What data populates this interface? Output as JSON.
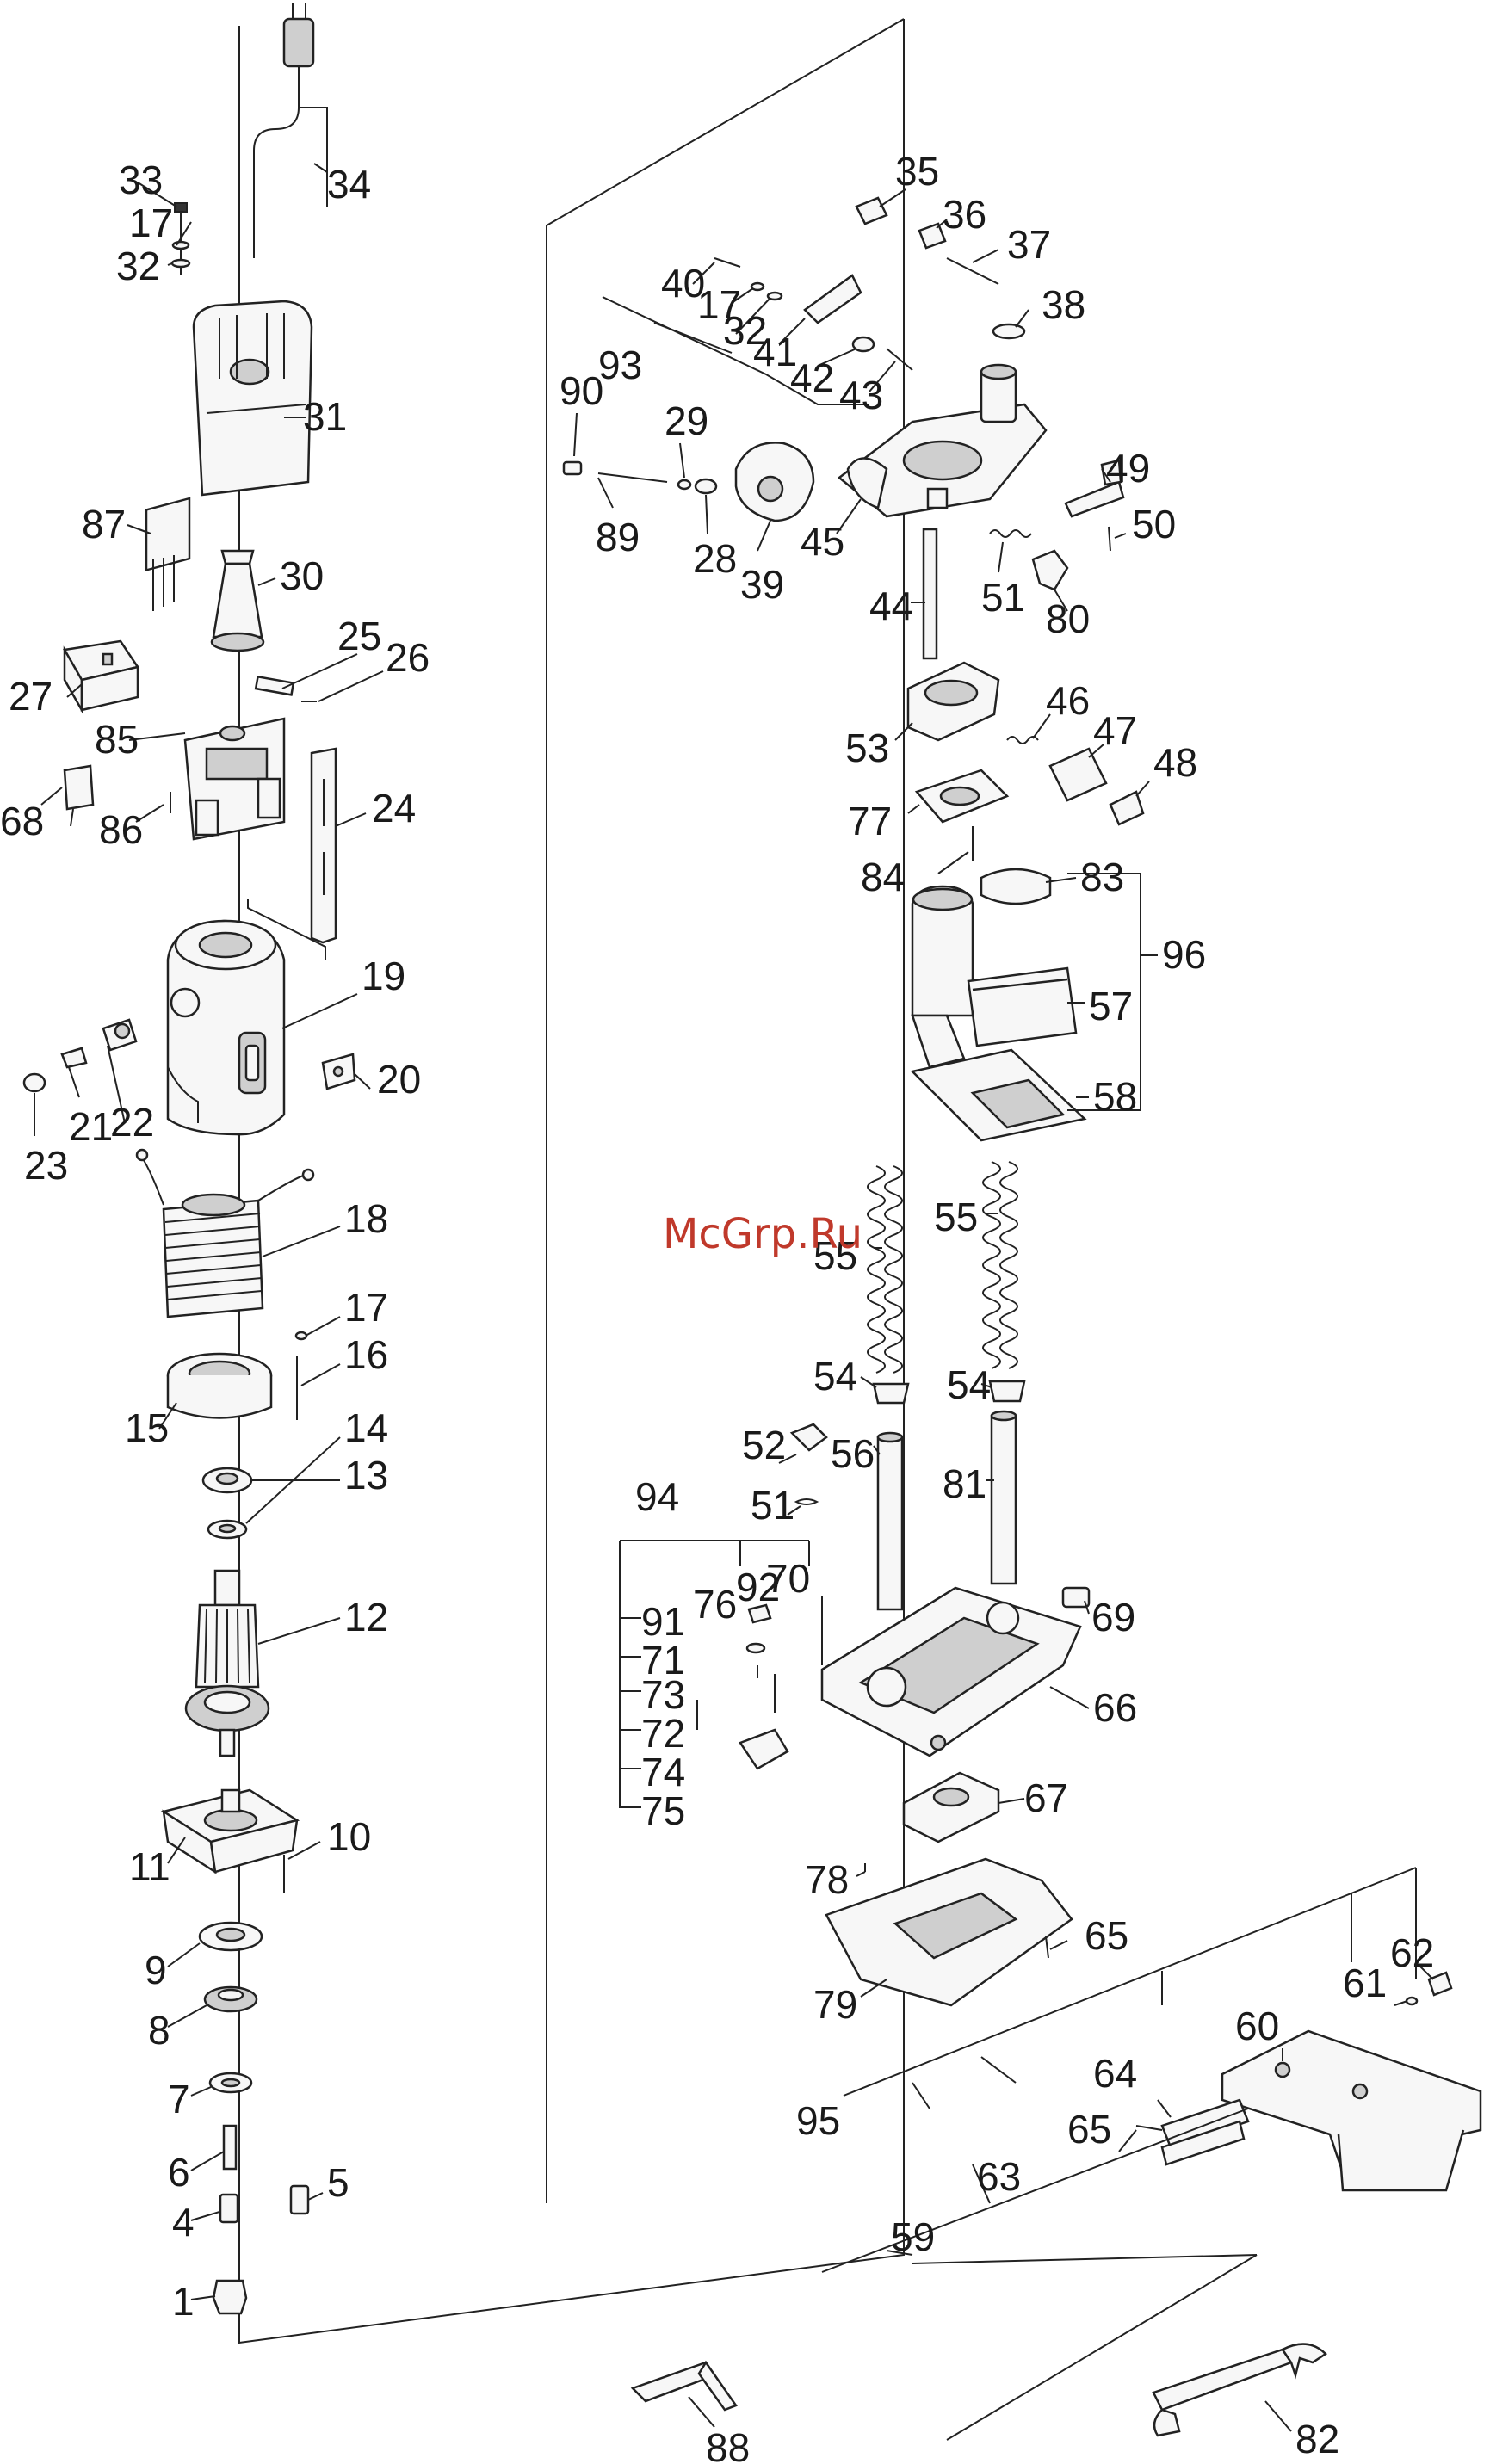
{
  "watermark": "McGrp.Ru",
  "labels": {
    "l1": "1",
    "l4": "4",
    "l5": "5",
    "l6": "6",
    "l7": "7",
    "l8": "8",
    "l9": "9",
    "l10": "10",
    "l11": "11",
    "l12": "12",
    "l13": "13",
    "l14": "14",
    "l15": "15",
    "l16": "16",
    "l17a": "17",
    "l17b": "17",
    "l17c": "17",
    "l18": "18",
    "l19": "19",
    "l20": "20",
    "l21": "21",
    "l22": "22",
    "l23": "23",
    "l24": "24",
    "l25": "25",
    "l26": "26",
    "l27": "27",
    "l28": "28",
    "l29": "29",
    "l30": "30",
    "l31": "31",
    "l32a": "32",
    "l32b": "32",
    "l33": "33",
    "l34": "34",
    "l35": "35",
    "l36": "36",
    "l37": "37",
    "l38": "38",
    "l39": "39",
    "l40": "40",
    "l41": "41",
    "l42": "42",
    "l43": "43",
    "l44": "44",
    "l45": "45",
    "l46": "46",
    "l47": "47",
    "l48": "48",
    "l49": "49",
    "l50": "50",
    "l51a": "51",
    "l51b": "51",
    "l52": "52",
    "l53": "53",
    "l54a": "54",
    "l54b": "54",
    "l55a": "55",
    "l55b": "55",
    "l56": "56",
    "l57": "57",
    "l58": "58",
    "l59": "59",
    "l60": "60",
    "l61": "61",
    "l62": "62",
    "l63": "63",
    "l64": "64",
    "l65a": "65",
    "l65b": "65",
    "l66": "66",
    "l67": "67",
    "l68": "68",
    "l69": "69",
    "l70": "70",
    "l71": "71",
    "l72": "72",
    "l73": "73",
    "l74": "74",
    "l75": "75",
    "l76": "76",
    "l77": "77",
    "l78": "78",
    "l79": "79",
    "l80": "80",
    "l81": "81",
    "l82": "82",
    "l83": "83",
    "l84": "84",
    "l85": "85",
    "l86": "86",
    "l87": "87",
    "l88": "88",
    "l89": "89",
    "l90": "90",
    "l91": "91",
    "l92": "92",
    "l93": "93",
    "l94": "94",
    "l95": "95",
    "l96": "96"
  }
}
